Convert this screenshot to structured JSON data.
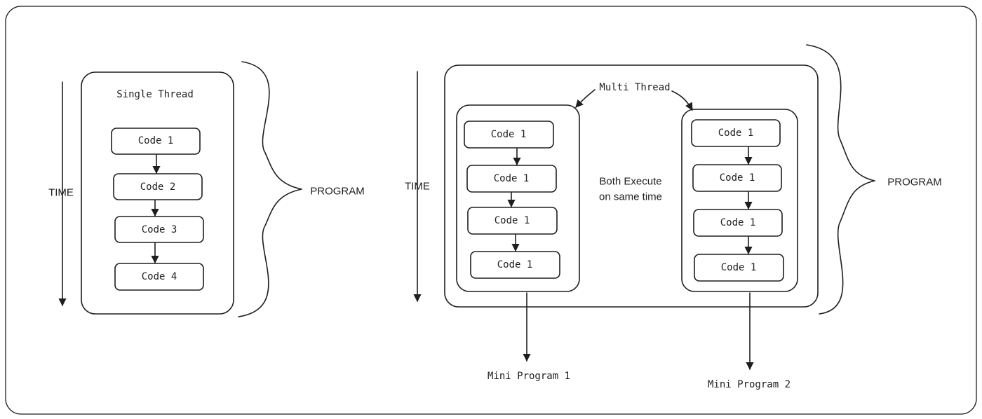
{
  "single_thread": {
    "title": "Single Thread",
    "time_label": "TIME",
    "program_label": "PROGRAM",
    "blocks": [
      "Code 1",
      "Code 2",
      "Code 3",
      "Code 4"
    ]
  },
  "multi_thread": {
    "title": "Multi Thread",
    "time_label": "TIME",
    "program_label": "PROGRAM",
    "note_line1": "Both Execute",
    "note_line2": "on same time",
    "thread1": {
      "blocks": [
        "Code 1",
        "Code 1",
        "Code 1",
        "Code 1"
      ],
      "output_label": "Mini Program 1"
    },
    "thread2": {
      "blocks": [
        "Code 1",
        "Code 1",
        "Code 1",
        "Code 1"
      ],
      "output_label": "Mini Program 2"
    }
  }
}
